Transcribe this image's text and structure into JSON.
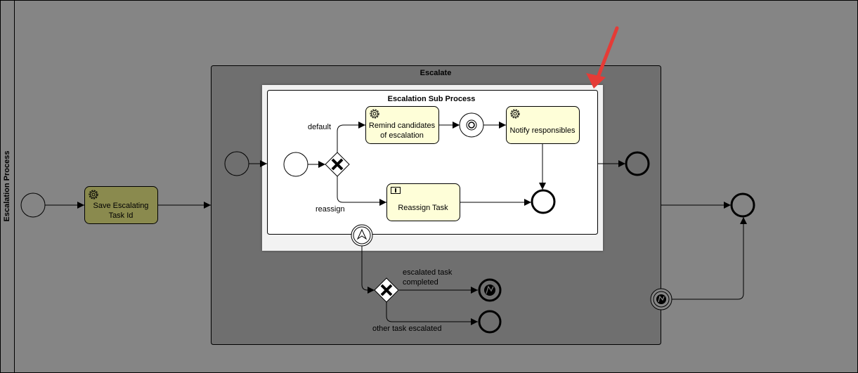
{
  "pool": {
    "label": "Escalation Process"
  },
  "tasks": {
    "save_escalating": {
      "line1": "Save Escalating",
      "line2": "Task Id",
      "icon": "gear-icon"
    },
    "remind_candidates": {
      "line1": "Remind candidates",
      "line2": "of escalation",
      "icon": "gear-icon"
    },
    "notify_responsibles": {
      "label": "Notify responsibles",
      "icon": "gear-icon"
    },
    "reassign_task": {
      "label": "Reassign Task",
      "icon": "user-task-icon"
    }
  },
  "subprocesses": {
    "escalate": {
      "label": "Escalate"
    },
    "escalation_sub": {
      "label": "Escalation Sub Process"
    }
  },
  "flows": {
    "default": "default",
    "reassign": "reassign",
    "escalated_task_completed_1": "escalated task",
    "escalated_task_completed_2": "completed",
    "other_task_escalated": "other task escalated"
  },
  "colors": {
    "background": "#858585",
    "escalate_fill": "#6f6f6f",
    "task_fill": "#fefed8",
    "selected_task_fill": "#8a8a4e",
    "arrow": "#e53b36"
  }
}
